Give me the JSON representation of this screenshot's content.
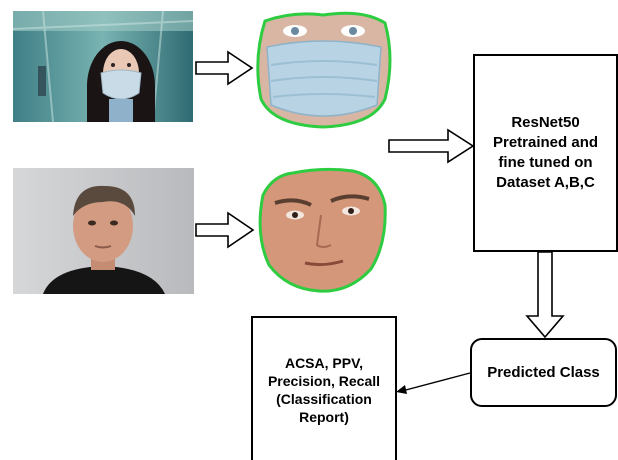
{
  "model_box": {
    "lines": [
      "ResNet50",
      "Pretrained and",
      "fine tuned on",
      "Dataset A,B,C"
    ]
  },
  "predicted_box": {
    "label": "Predicted Class"
  },
  "metrics_box": {
    "lines": [
      "ACSA, PPV,",
      "Precision, Recall",
      "(Classification",
      "Report)"
    ]
  },
  "images": [
    {
      "name": "masked-woman-photo",
      "icon": "photo-woman-with-mask"
    },
    {
      "name": "masked-face-crop",
      "icon": "face-crop-masked",
      "outline_color": "#2ecc40"
    },
    {
      "name": "man-photo",
      "icon": "photo-man-without-mask"
    },
    {
      "name": "unmasked-face-crop",
      "icon": "face-crop-unmasked",
      "outline_color": "#2ecc40"
    }
  ]
}
